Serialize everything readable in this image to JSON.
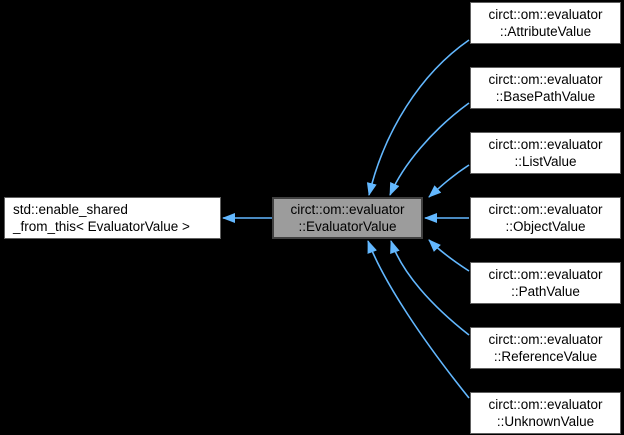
{
  "diagram": {
    "type": "class-inheritance-graph",
    "colors": {
      "background": "#000000",
      "arrow": "#63B8FF",
      "node_fill": "#FFFFFF",
      "node_border": "#606060",
      "current_fill": "#9C9C9C",
      "current_border": "#404040",
      "text": "#000000"
    },
    "base": {
      "lines": [
        "std::enable_shared",
        "_from_this< EvaluatorValue >"
      ]
    },
    "current": {
      "lines": [
        "circt::om::evaluator",
        "::EvaluatorValue"
      ]
    },
    "derived": [
      {
        "lines": [
          "circt::om::evaluator",
          "::AttributeValue"
        ]
      },
      {
        "lines": [
          "circt::om::evaluator",
          "::BasePathValue"
        ]
      },
      {
        "lines": [
          "circt::om::evaluator",
          "::ListValue"
        ]
      },
      {
        "lines": [
          "circt::om::evaluator",
          "::ObjectValue"
        ]
      },
      {
        "lines": [
          "circt::om::evaluator",
          "::PathValue"
        ]
      },
      {
        "lines": [
          "circt::om::evaluator",
          "::ReferenceValue"
        ]
      },
      {
        "lines": [
          "circt::om::evaluator",
          "::UnknownValue"
        ]
      }
    ]
  }
}
